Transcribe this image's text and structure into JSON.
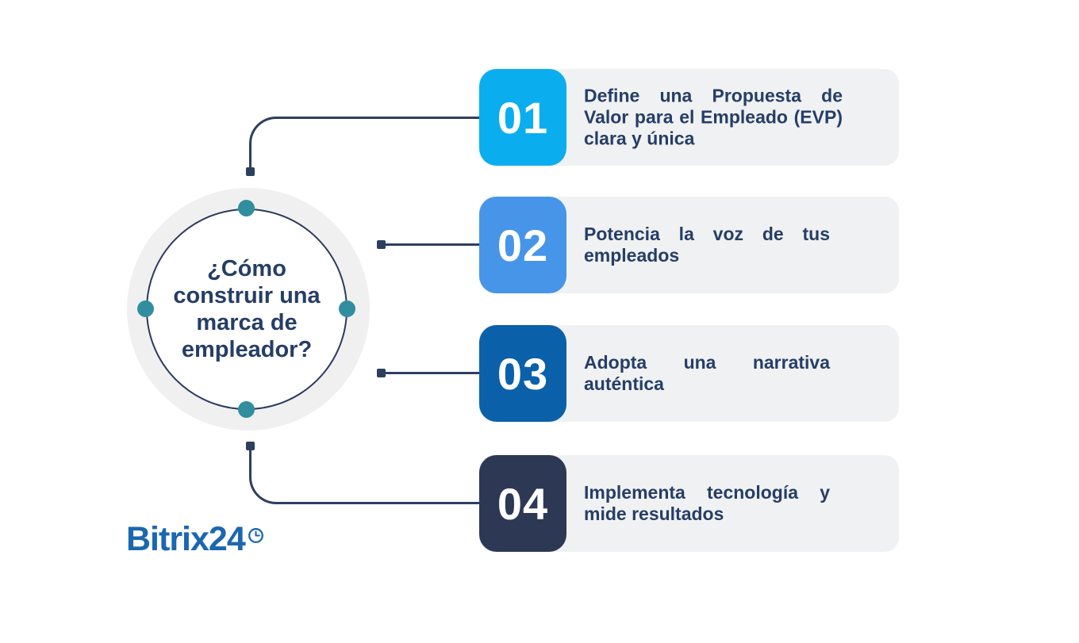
{
  "title_circle": {
    "question": "¿Cómo construir una marca de empleador?"
  },
  "steps": [
    {
      "number": "01",
      "title": "Define una Propuesta de Valor para el Empleado (EVP) clara y única",
      "color": "#0aaeee"
    },
    {
      "number": "02",
      "title": "Potencia la voz de tus empleados",
      "color": "#4795e8"
    },
    {
      "number": "03",
      "title": "Adopta una narrativa auténtica",
      "color": "#0b61a9"
    },
    {
      "number": "04",
      "title": "Implementa tecnología y mide resultados",
      "color": "#2d3855"
    }
  ],
  "logo": {
    "text": "Bitrix24"
  },
  "colors": {
    "step1": "#0aaeee",
    "step2": "#4795e8",
    "step3": "#0b61a9",
    "step4": "#2d3855",
    "card_background": "#f0f1f2",
    "text_navy": "#263e66",
    "connector_navy": "#2e3f5e",
    "node_dot_teal": "#318e9e",
    "circle_ring_gray": "#f0f0f1",
    "logo_blue": "#1b67b0"
  }
}
